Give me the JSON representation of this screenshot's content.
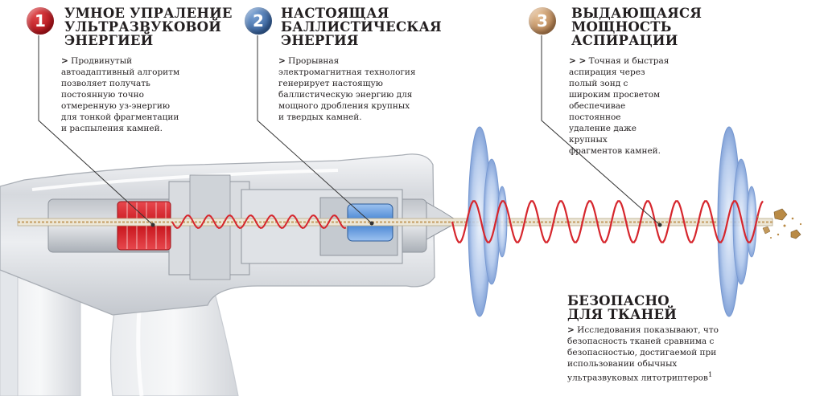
{
  "features": [
    {
      "number": "1",
      "title": "УМНОЕ УПРАЛЕНИЕ\nУЛЬТРАЗВУКОВОЙ\nЭНЕРГИЕЙ",
      "marker": ">",
      "text": "Продвинутый\nавтоадаптивный алгоритм\nпозволяет получать\nпостоянную точно\nотмеренную уз-энергию\nдля тонкой фрагментации\nи распыления камней.",
      "color": "#c0151c"
    },
    {
      "number": "2",
      "title": "НАСТОЯЩАЯ БАЛЛИСТИЧЕСКАЯ\nЭНЕРГИЯ",
      "marker": ">",
      "text": "Прорывная\nэлектромагнитная технология\nгенерирует настоящую\nбаллистическую энергию для\nмощного дробления крупных\nи твердых камней.",
      "color": "#3f6aa6"
    },
    {
      "number": "3",
      "title": "ВЫДАЮЩАЯСЯ\nМОЩНОСТЬ\nАСПИРАЦИИ",
      "marker": "> >",
      "text": "Точная и быстрая\nаспирация через\nполый зонд с\nшироким просветом\nобеспечивае\nпостоянное\nудаление даже\nкрупных\nфрагментов камней.",
      "color": "#c49a6c"
    }
  ],
  "safety": {
    "title": "БЕЗОПАСНО\nДЛЯ ТКАНЕЙ",
    "marker": ">",
    "text": "Исследования показывают, что\nбезопасность тканей сравнима с\nбезопасностью, достигаемой при\nиспользовании обычных\nультразвуковых литотриптеров",
    "footnote": "1"
  },
  "colors": {
    "red_energy": "#d6262d",
    "blue_energy": "#3f7fd0",
    "wave_blue": "#7ea2dc",
    "stone": "#b98a45"
  }
}
